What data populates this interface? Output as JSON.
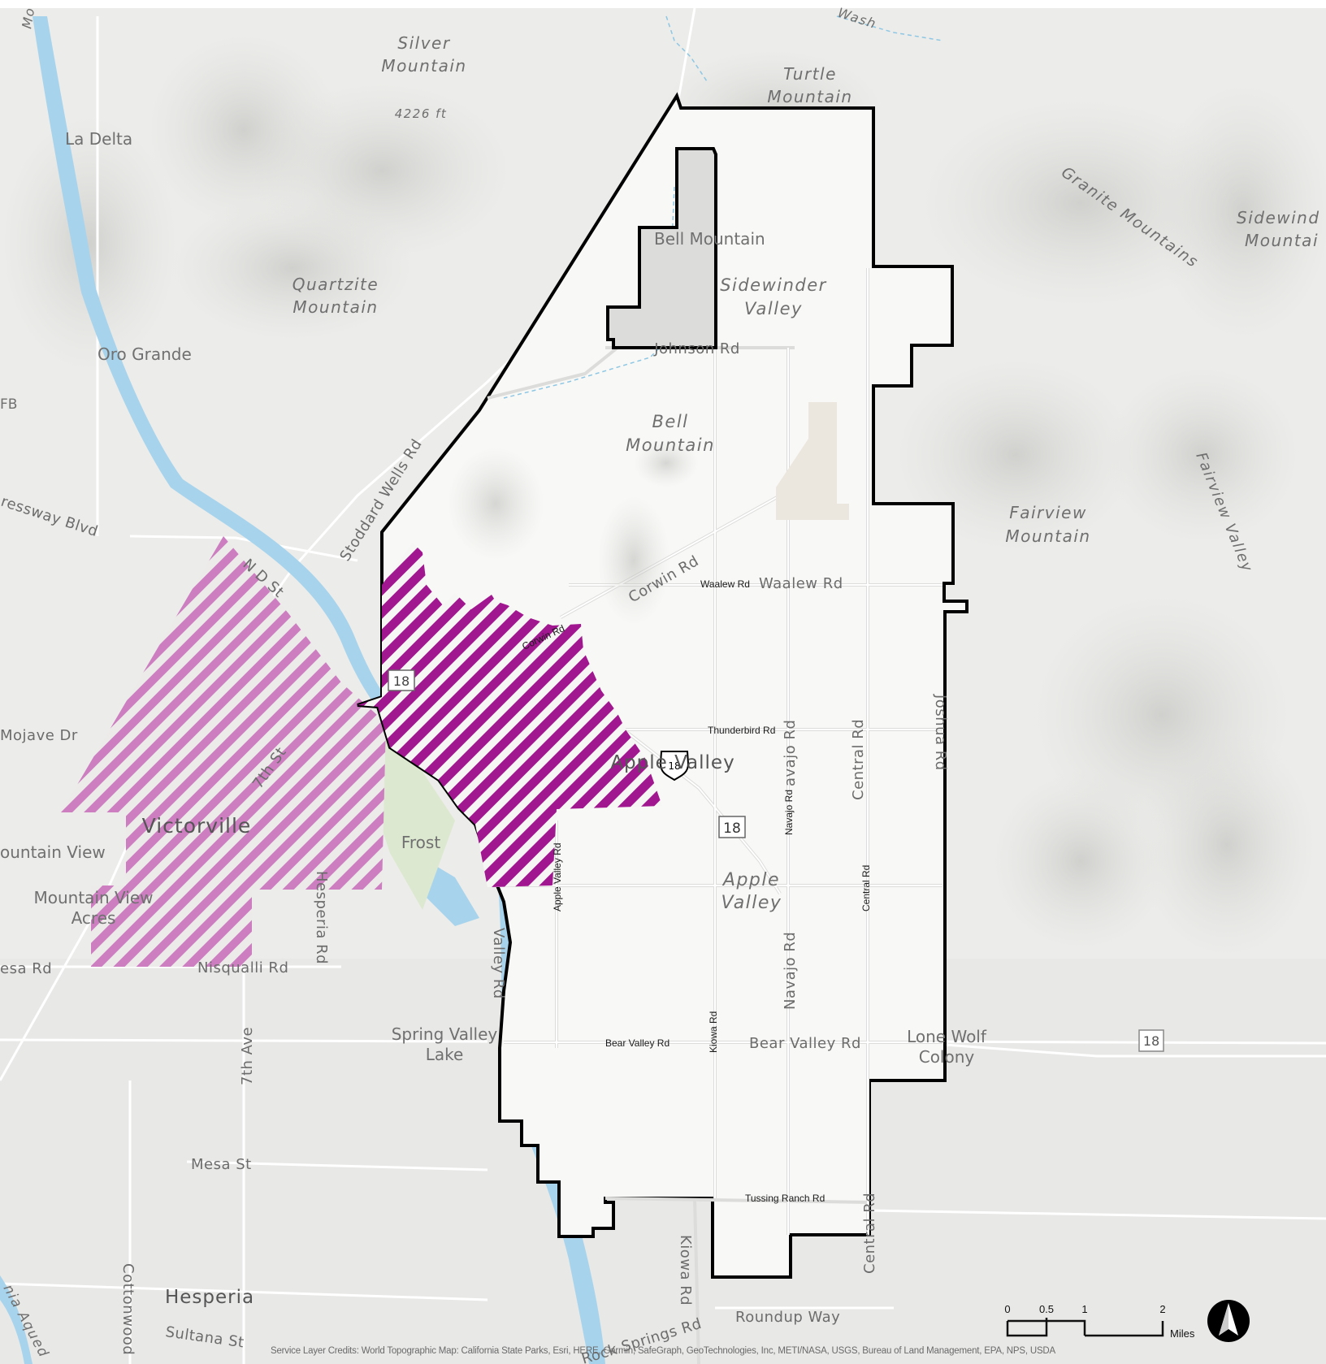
{
  "map": {
    "credit": "Service Layer Credits: World Topographic Map: California State Parks, Esri, HERE, Garmin, SafeGraph, GeoTechnologies, Inc, METI/NASA, USGS, Bureau of Land Management, EPA, NPS, USDA",
    "scale": {
      "ticks": [
        "0",
        "0.5",
        "1",
        "2"
      ],
      "unit": "Miles"
    },
    "colors": {
      "boundary": "#000000",
      "hatch_dark": "#a1178f",
      "hatch_light": "#cc7ec0",
      "water": "#a7d4ec",
      "park": "#dce8cf",
      "inside": "#f8f8f6"
    },
    "places": {
      "silver_mountain_1": "Silver",
      "silver_mountain_2": "Mountain",
      "elevation": "4226 ft",
      "turtle_mountain_1": "Turtle",
      "turtle_mountain_2": "Mountain",
      "la_delta": "La Delta",
      "quartzite_1": "Quartzite",
      "quartzite_2": "Mountain",
      "oro_grande": "Oro Grande",
      "fb": "FB",
      "bell_mountain_north": "Bell Mountain",
      "sidewinder_valley_1": "Sidewinder",
      "sidewinder_valley_2": "Valley",
      "bell_mountain_1": "Bell",
      "bell_mountain_2": "Mountain",
      "granite_mountains": "Granite Mountains",
      "sidewinder_mountain_1": "Sidewind",
      "sidewinder_mountain_2": "Mountai",
      "fairview_mountain_1": "Fairview",
      "fairview_mountain_2": "Mountain",
      "fairview_valley": "Fairview Valley",
      "victorville": "Victorville",
      "mountain_view": "ountain View",
      "mountain_view_acres_1": "Mountain View",
      "mountain_view_acres_2": "Acres",
      "frost": "Frost",
      "apple_valley_city": "Apple Valley",
      "apple_valley_2_1": "Apple",
      "apple_valley_2_2": "Valley",
      "spring_valley_1": "Spring Valley",
      "spring_valley_2": "Lake",
      "lone_wolf_1": "Lone Wolf",
      "lone_wolf_2": "Colony",
      "hesperia": "Hesperia",
      "wash": "Wash",
      "mo": "Mo",
      "aqueduct": "nia Aqued"
    },
    "roads": {
      "johnson_rd": "Johnson Rd",
      "stoddard_wells_rd": "Stoddard Wells Rd",
      "expressway_blvd": "ressway Blvd",
      "nd_st": "N D St",
      "corwin_rd_large": "Corwin Rd",
      "corwin_rd_small": "Corwin Rd",
      "waalew_rd_small": "Waalew Rd",
      "waalew_rd_large": "Waalew Rd",
      "mojave_dr": "Mojave Dr",
      "seventh_st": "7th St",
      "thunderbird_rd": "Thunderbird Rd",
      "navajo_rd_small": "Navajo Rd",
      "navajo_rd_partial": "avajo Rd",
      "navajo_rd_large": "Navajo Rd",
      "central_rd_large": "Central Rd",
      "central_rd_small": "Central Rd",
      "central_rd_south": "Central Rd",
      "joshua_rd": "Joshua Rd",
      "apple_valley_rd_small": "Apple Valley Rd",
      "apple_valley_rd_large": "Valley Rd",
      "hesperia_rd": "Hesperia Rd",
      "mesa_rd": "esa Rd",
      "nisqualli_rd": "Nisqualli Rd",
      "seventh_ave": "7th Ave",
      "bear_valley_rd_small": "Bear Valley Rd",
      "bear_valley_rd_large": "Bear Valley Rd",
      "kiowa_rd": "Kiowa Rd",
      "kiowa_rd_south": "Kiowa Rd",
      "mesa_st": "Mesa St",
      "tussing_ranch_rd": "Tussing Ranch Rd",
      "cottonwood": "Cottonwood",
      "sultana_st": "Sultana St",
      "roundup_way": "Roundup Way",
      "rock_springs_rd": "Rock Springs Rd"
    },
    "shields": {
      "us18": "18",
      "sr18_a": "18",
      "sr18_b": "18",
      "sr18_c": "18"
    }
  }
}
